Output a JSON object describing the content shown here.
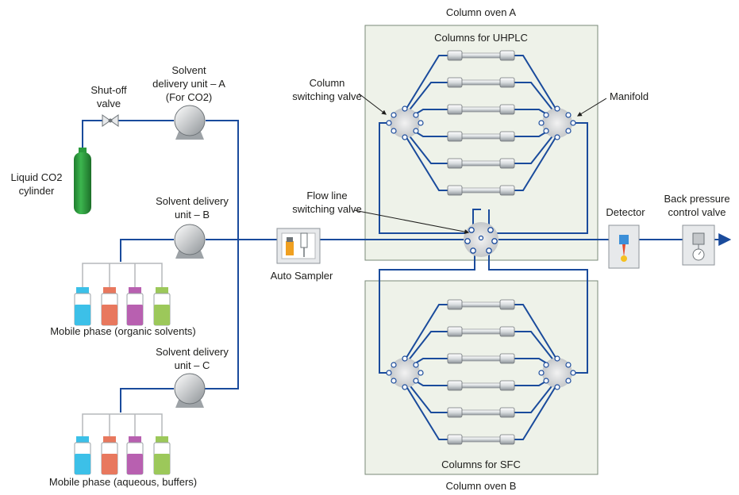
{
  "diagram": {
    "title_oven_a": "Column oven A",
    "title_oven_b": "Column oven B",
    "columns_uhplc": "Columns for UHPLC",
    "columns_sfc": "Columns for SFC",
    "column_switching_valve": [
      "Column",
      "switching valve"
    ],
    "manifold": "Manifold",
    "flow_line_switching_valve": [
      "Flow line",
      "switching valve"
    ],
    "shutoff_valve": [
      "Shut-off",
      "valve"
    ],
    "solvent_a": [
      "Solvent",
      "delivery unit – A",
      "(For CO2)"
    ],
    "solvent_b": [
      "Solvent delivery",
      "unit – B"
    ],
    "solvent_c": [
      "Solvent delivery",
      "unit – C"
    ],
    "co2_cylinder": [
      "Liquid CO2",
      "cylinder"
    ],
    "auto_sampler": "Auto Sampler",
    "detector": "Detector",
    "back_pressure": [
      "Back pressure",
      "control valve"
    ],
    "mobile_organic": "Mobile phase (organic solvents)",
    "mobile_aqueous": "Mobile phase (aqueous, buffers)"
  },
  "colors": {
    "line": "#1a4b9c",
    "oven_fill": "#eef2e9",
    "oven_stroke": "#7a8a78",
    "cylinder": "#2a9a3c",
    "bottle_blue": "#3cc0e8",
    "bottle_red": "#e8785e",
    "bottle_purple": "#b860b0",
    "bottle_green": "#9cc85a"
  }
}
